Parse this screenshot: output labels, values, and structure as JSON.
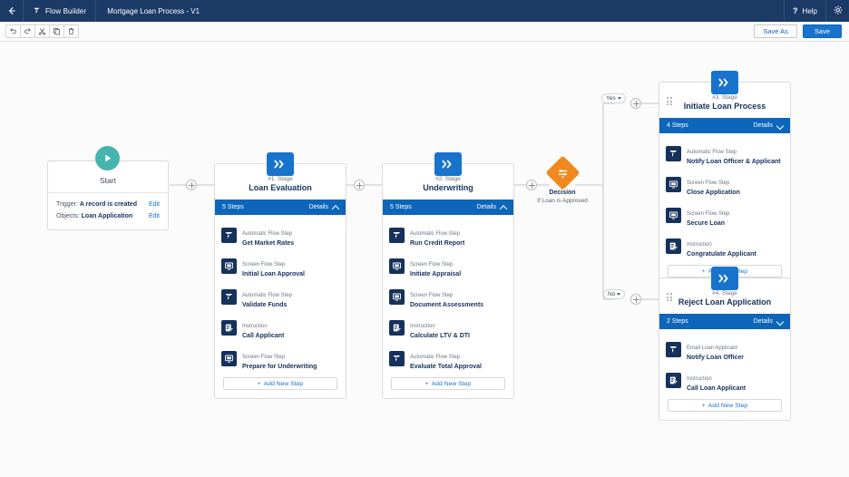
{
  "header": {
    "back_icon": "arrow-left-icon",
    "app_icon": "flow-builder-icon",
    "app_label": "Flow Builder",
    "title": "Mortgage Loan Process - V1",
    "help_mark": "?",
    "help_label": "Help",
    "settings_icon": "gear-icon"
  },
  "toolbar": {
    "buttons": [
      {
        "name": "undo-button",
        "icon": "undo-icon"
      },
      {
        "name": "redo-button",
        "icon": "redo-icon"
      },
      {
        "name": "cut-button",
        "icon": "scissors-icon"
      },
      {
        "name": "copy-button",
        "icon": "copy-icon"
      },
      {
        "name": "delete-button",
        "icon": "trash-icon"
      }
    ],
    "save_as_label": "Save As",
    "save_label": "Save"
  },
  "start": {
    "icon": "play-icon",
    "title": "Start",
    "rows": [
      {
        "label": "Trigger:",
        "value": "A record is created",
        "action": "Edit"
      },
      {
        "label": "Objects:",
        "value": "Loan Application",
        "action": "Edit"
      }
    ]
  },
  "decision": {
    "icon": "decision-icon",
    "title": "Decision",
    "subtitle": "If Loan is Approved",
    "branches": [
      {
        "label": "Yes",
        "name": "branch-yes"
      },
      {
        "label": "No",
        "name": "branch-no"
      }
    ]
  },
  "add_step_label": "Add New Step",
  "stages": [
    {
      "number": "#1. Stage",
      "name": "Loan Evaluation",
      "steps_count": "5 Steps",
      "details_label": "Details",
      "collapse_state": "expanded",
      "has_grip": false,
      "steps": [
        {
          "type": "Automatic Flow Step",
          "label": "Get Market Rates",
          "icon": "automatic-flow-icon"
        },
        {
          "type": "Screen Flow Step",
          "label": "Initial Loan Approval",
          "icon": "screen-flow-icon"
        },
        {
          "type": "Automatic Flow Step",
          "label": "Validate Funds",
          "icon": "automatic-flow-icon"
        },
        {
          "type": "Instruction",
          "label": "Call Applicant",
          "icon": "instruction-icon"
        },
        {
          "type": "Screen Flow Step",
          "label": "Prepare for Underwriting",
          "icon": "screen-flow-icon"
        }
      ]
    },
    {
      "number": "#2. Stage",
      "name": "Underwriting",
      "steps_count": "5 Steps",
      "details_label": "Details",
      "collapse_state": "expanded",
      "has_grip": false,
      "steps": [
        {
          "type": "Automatic Flow Step",
          "label": "Run Credit Report",
          "icon": "automatic-flow-icon"
        },
        {
          "type": "Screen Flow Step",
          "label": "Initiate Appraisal",
          "icon": "screen-flow-icon"
        },
        {
          "type": "Screen Flow Step",
          "label": "Document Assessments",
          "icon": "screen-flow-icon"
        },
        {
          "type": "Instruction",
          "label": "Calculate LTV & DTI",
          "icon": "instruction-icon"
        },
        {
          "type": "Automatic Flow Step",
          "label": "Evaluate Total Approval",
          "icon": "automatic-flow-icon"
        }
      ]
    },
    {
      "number": "#3. Stage",
      "name": "Initiate Loan Process",
      "steps_count": "4 Steps",
      "details_label": "Details",
      "collapse_state": "collapsed",
      "has_grip": true,
      "steps": [
        {
          "type": "Automatic Flow Step",
          "label": "Notify Loan Officer & Applicant",
          "icon": "automatic-flow-icon"
        },
        {
          "type": "Screen Flow Step",
          "label": "Close Application",
          "icon": "screen-flow-icon"
        },
        {
          "type": "Screen Flow Step",
          "label": "Secure Loan",
          "icon": "screen-flow-icon"
        },
        {
          "type": "Instruction",
          "label": "Congratulate Applicant",
          "icon": "instruction-icon"
        }
      ]
    },
    {
      "number": "#4. Stage",
      "name": "Reject Loan Application",
      "steps_count": "2 Steps",
      "details_label": "Details",
      "collapse_state": "collapsed",
      "has_grip": true,
      "steps": [
        {
          "type": "Email Loan Applicant",
          "label": "Notify Loan Officer",
          "icon": "automatic-flow-icon"
        },
        {
          "type": "Instruction",
          "label": "Call Loan Applicant",
          "icon": "instruction-icon"
        }
      ]
    }
  ],
  "colors": {
    "header_navy": "#1b3a66",
    "brand_blue": "#1873cc",
    "steps_bar_blue": "#0d66ba",
    "dark_navy": "#16325c",
    "decision_orange": "#f08a1e",
    "start_teal": "#45b4ae",
    "canvas_bg": "#fbfbfb"
  }
}
